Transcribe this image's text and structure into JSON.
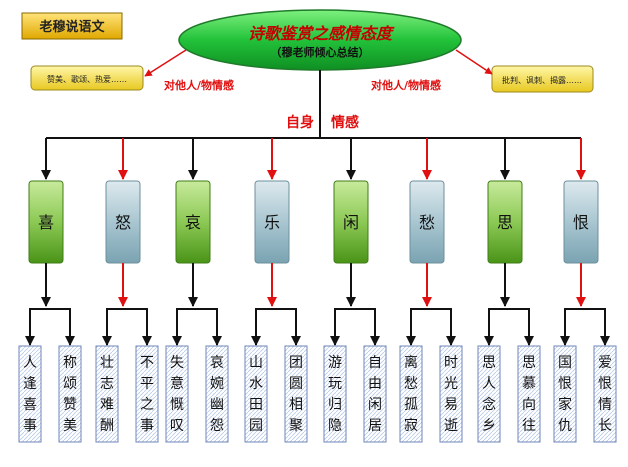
{
  "badge": {
    "label": "老穆说语文"
  },
  "title": {
    "main": "诗歌鉴赏之感情态度",
    "sub": "（穆老师倾心总结）"
  },
  "left_note": {
    "text": "赞美、歌颂、热爱……"
  },
  "right_note": {
    "text": "批判、讽刺、揭露……"
  },
  "left_label": "对他人/物情感",
  "right_label": "对他人/物情感",
  "self_label": "自身",
  "emotion_label": "情感",
  "colors": {
    "green_top": "#b9e28a",
    "green_bottom": "#4f9a1c",
    "blue_top": "#d5e6ec",
    "blue_bottom": "#7ea7b5",
    "red": "#e01010",
    "black": "#111111",
    "title_red": "#c40000"
  },
  "groups": [
    {
      "emotion": "喜",
      "style": "green",
      "line": "black",
      "items": [
        "人逢喜事",
        "称颂赞美"
      ]
    },
    {
      "emotion": "怒",
      "style": "blue",
      "line": "red",
      "items": [
        "壮志难酬",
        "不平之事"
      ]
    },
    {
      "emotion": "哀",
      "style": "green",
      "line": "black",
      "items": [
        "失意慨叹",
        "哀婉幽怨"
      ]
    },
    {
      "emotion": "乐",
      "style": "blue",
      "line": "red",
      "items": [
        "山水田园",
        "团圆相聚"
      ]
    },
    {
      "emotion": "闲",
      "style": "green",
      "line": "black",
      "items": [
        "游玩归隐",
        "自由闲居"
      ]
    },
    {
      "emotion": "愁",
      "style": "blue",
      "line": "red",
      "items": [
        "离愁孤寂",
        "时光易逝"
      ]
    },
    {
      "emotion": "思",
      "style": "green",
      "line": "black",
      "items": [
        "思人念乡",
        "思慕向往"
      ]
    },
    {
      "emotion": "恨",
      "style": "blue",
      "line": "red",
      "items": [
        "国恨家仇",
        "爱恨情长"
      ]
    }
  ]
}
